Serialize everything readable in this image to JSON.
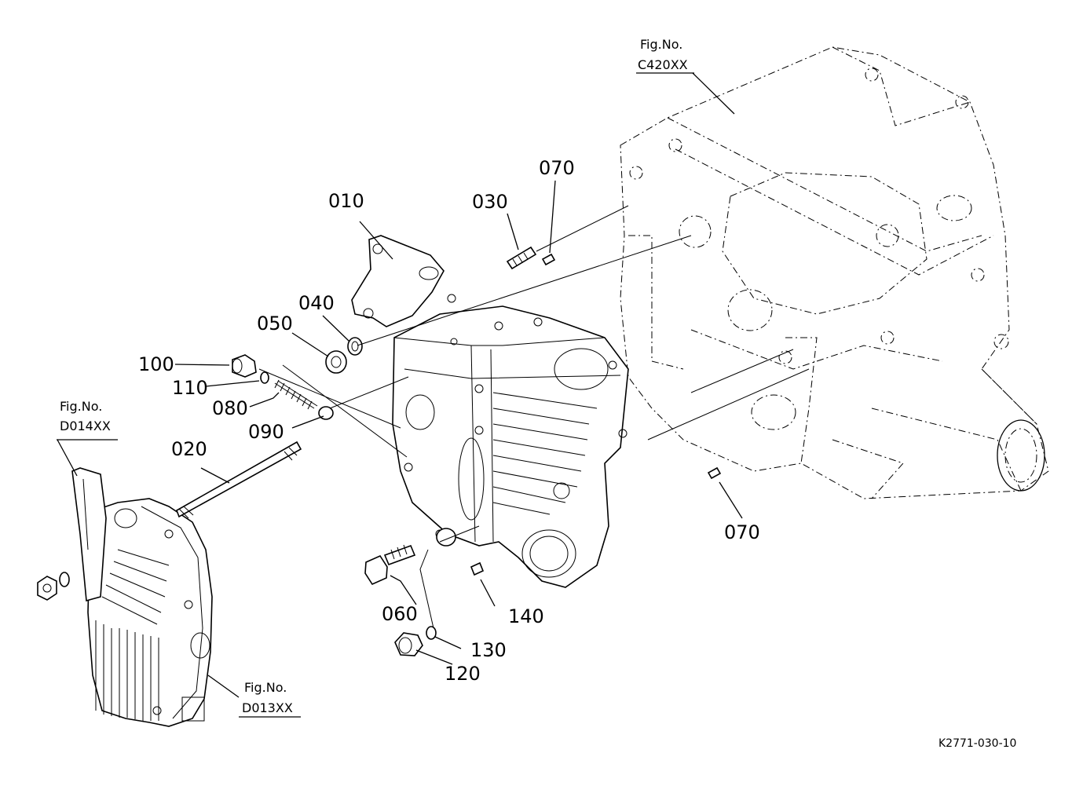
{
  "parts": [
    {
      "id": "p010",
      "label": "010"
    },
    {
      "id": "p020",
      "label": "020"
    },
    {
      "id": "p030",
      "label": "030"
    },
    {
      "id": "p040",
      "label": "040"
    },
    {
      "id": "p050",
      "label": "050"
    },
    {
      "id": "p060",
      "label": "060"
    },
    {
      "id": "p070a",
      "label": "070"
    },
    {
      "id": "p070b",
      "label": "070"
    },
    {
      "id": "p080",
      "label": "080"
    },
    {
      "id": "p090",
      "label": "090"
    },
    {
      "id": "p100",
      "label": "100"
    },
    {
      "id": "p110",
      "label": "110"
    },
    {
      "id": "p120",
      "label": "120"
    },
    {
      "id": "p130",
      "label": "130"
    },
    {
      "id": "p140",
      "label": "140"
    }
  ],
  "figure_refs": [
    {
      "prefix": "Fig.No.",
      "code": "C420XX"
    },
    {
      "prefix": "Fig.No.",
      "code": "D014XX"
    },
    {
      "prefix": "Fig.No.",
      "code": "D013XX"
    }
  ],
  "drawing_number": "K2771-030-10"
}
